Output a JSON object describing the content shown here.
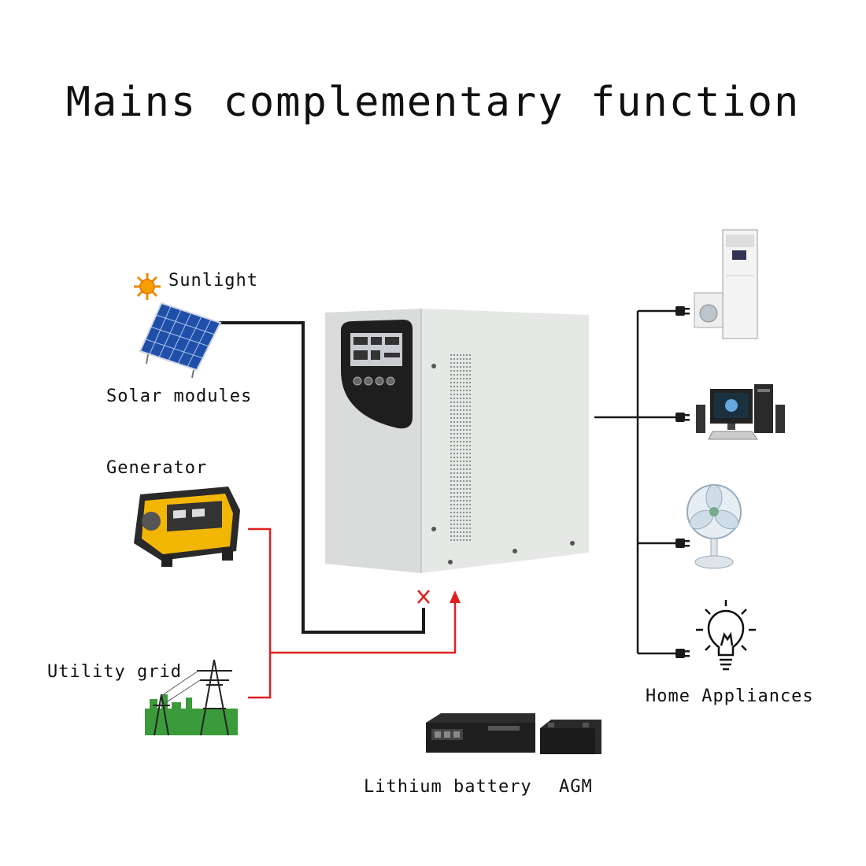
{
  "title": "Mains complementary function",
  "labels": {
    "sunlight": "Sunlight",
    "solar_modules": "Solar modules",
    "generator": "Generator",
    "utility_grid": "Utility grid",
    "home_appliances": "Home Appliances",
    "lithium_battery": "Lithium battery",
    "agm": "AGM"
  },
  "markers": {
    "blocked": "X"
  },
  "colors": {
    "dc_line": "#1a1a1a",
    "ac_line": "#e02020",
    "inverter_body": "#e4e6e4",
    "panel_blue": "#2f5fb8",
    "generator_yellow": "#f2b705",
    "grid_green": "#3b9b3b"
  },
  "icons": [
    "sun-icon",
    "solar-panel-icon",
    "generator-icon",
    "utility-grid-icon",
    "inverter-icon",
    "air-conditioner-icon",
    "computer-icon",
    "fan-icon",
    "light-bulb-icon",
    "lithium-battery-icon",
    "agm-battery-icon",
    "plug-icon"
  ]
}
